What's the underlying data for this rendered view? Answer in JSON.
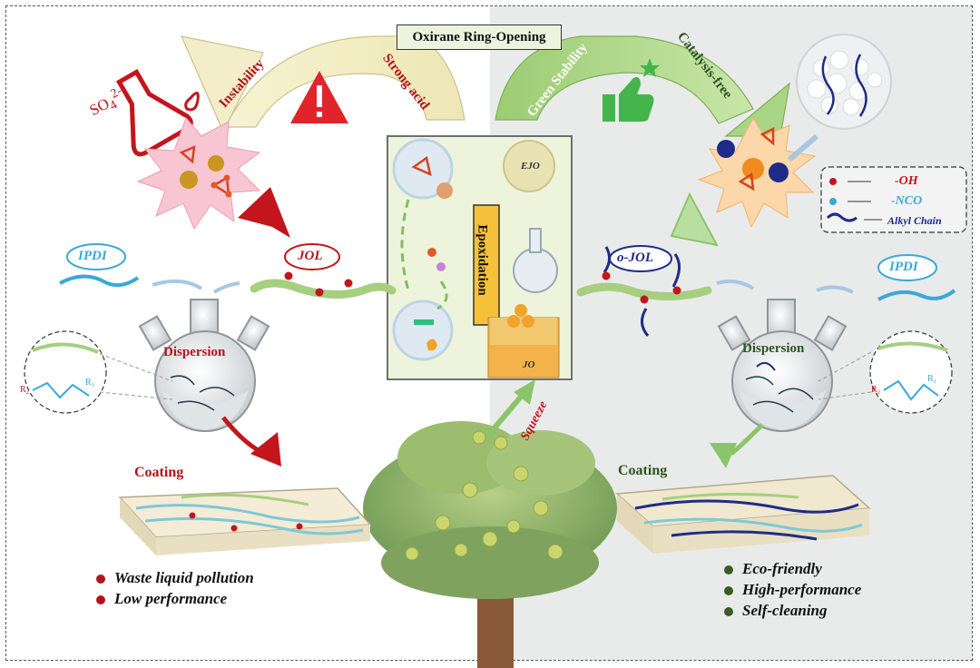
{
  "header": {
    "title": "Oxirane Ring-Opening"
  },
  "left_arrow": {
    "label_left": "Instability",
    "label_right": "Strong acid"
  },
  "right_arrow": {
    "label_left": "Green Stability",
    "label_right": "Catalysis-free"
  },
  "center": {
    "label": "Epoxidation",
    "ejo": "EJO",
    "jo": "JO",
    "squeeze": "Squeeze"
  },
  "left": {
    "jol": "JOL",
    "ipdi": "IPDI",
    "dispersion": "Dispersion",
    "coating": "Coating",
    "sulfate": "SO",
    "sulfate_sup": "4",
    "sulfate_charge": "2-",
    "bullets": [
      "Waste liquid pollution",
      "Low performance"
    ]
  },
  "right": {
    "ojol": "o-JOL",
    "ipdi": "IPDI",
    "dispersion": "Dispersion",
    "coating": "Coating",
    "bullets": [
      "Eco-friendly",
      "High-performance",
      "Self-cleaning"
    ]
  },
  "legend": [
    {
      "label": "-OH",
      "color": "#c3151c"
    },
    {
      "label": "-NCO",
      "color": "#3aa8d8"
    },
    {
      "label": "Alkyl Chain",
      "color": "#1d2c86"
    }
  ],
  "colors": {
    "accent_red": "#b0151d",
    "accent_green": "#3b5b27",
    "cyan": "#3aa8d8",
    "navy": "#1d2c86"
  }
}
